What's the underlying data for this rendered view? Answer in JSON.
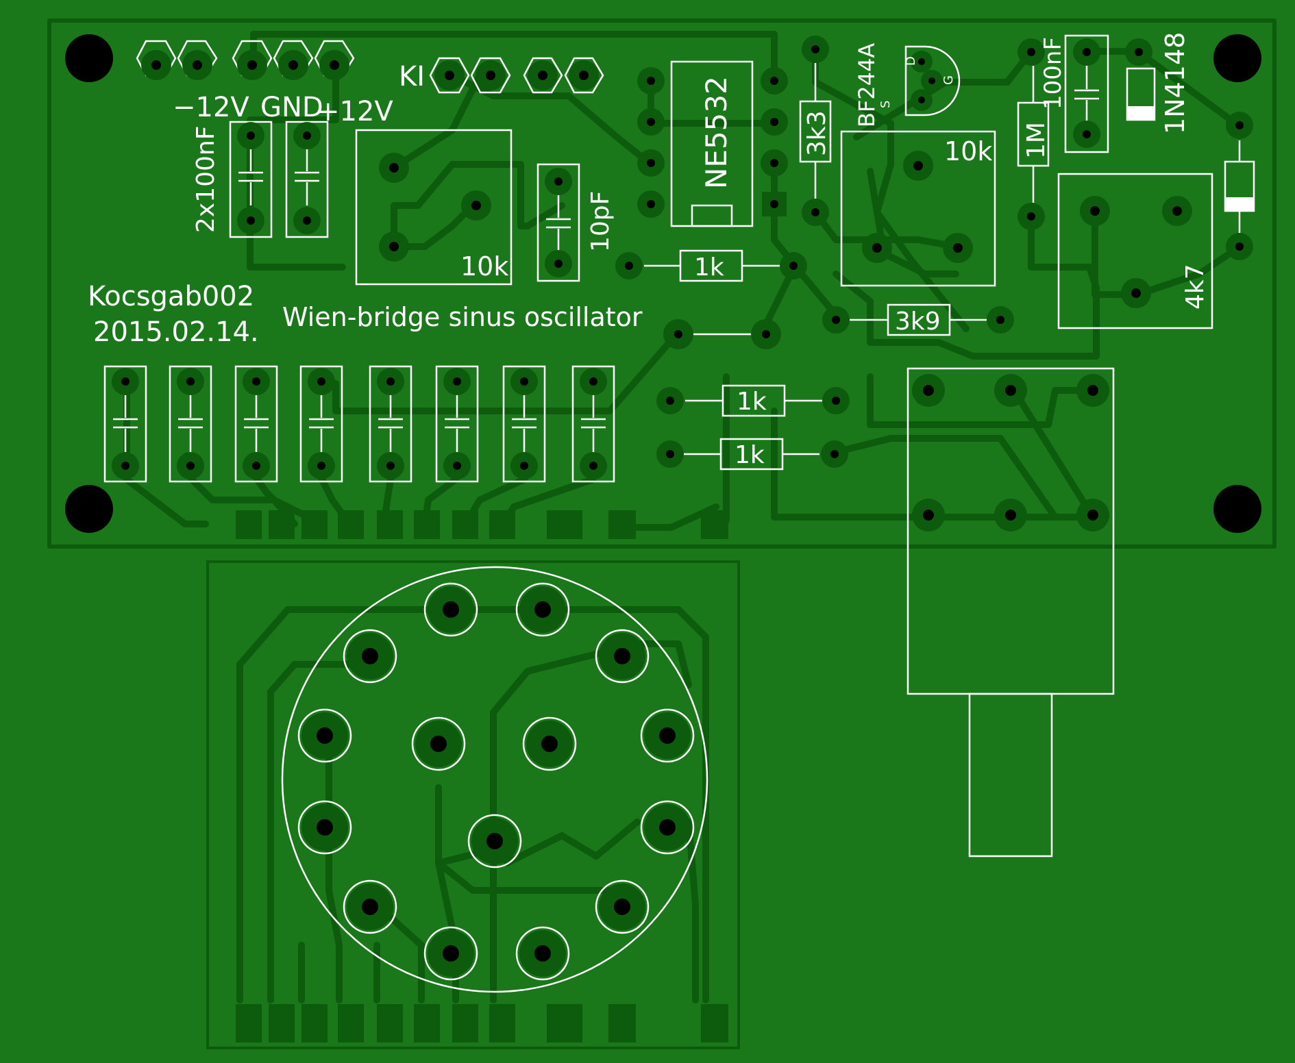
{
  "colors": {
    "board": "#1a781a",
    "copper": "#0d5c0d",
    "silkscreen": "#ffffff",
    "drill": "#000000"
  },
  "labels": {
    "power_minus": "−12V",
    "power_gnd": "GND",
    "power_plus": "+12V",
    "output": "KI",
    "author": "Kocsgab002",
    "date": "2015.02.14.",
    "title": "Wien-bridge sinus oscillator",
    "cap_2x100nf": "2x100nF",
    "pot_10k_left": "10k",
    "cap_10pf": "10pF",
    "ic": "NE5532",
    "r_3k3": "3k3",
    "jfet": "BF244A",
    "jfet_s": "S",
    "jfet_d": "D",
    "jfet_g": "G",
    "pot_10k_right": "10k",
    "r_1m": "1M",
    "cap_100nf": "100nF",
    "diode": "1N4148",
    "pot_4k7": "4k7",
    "r_1k_a": "1k",
    "r_3k9": "3k9",
    "r_1k_b": "1k",
    "r_1k_c": "1k"
  }
}
